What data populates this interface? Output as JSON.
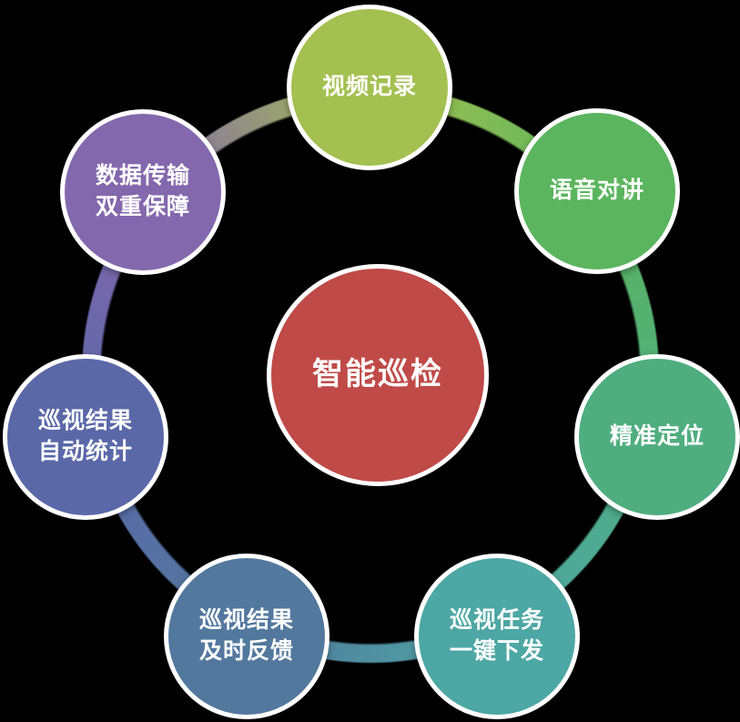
{
  "page": {
    "background": "#000000"
  },
  "center": {
    "label": "智能巡检",
    "color": "#bf4a47"
  },
  "nodes": [
    {
      "id": "video-recording",
      "lines": [
        "视频记录"
      ],
      "color": "#a4c050"
    },
    {
      "id": "voice-intercom",
      "lines": [
        "语音对讲"
      ],
      "color": "#5bb55e"
    },
    {
      "id": "precise-positioning",
      "lines": [
        "精准定位"
      ],
      "color": "#4fad80"
    },
    {
      "id": "task-dispatch",
      "lines": [
        "巡视任务",
        "一键下发"
      ],
      "color": "#4da7a4"
    },
    {
      "id": "result-feedback",
      "lines": [
        "巡视结果",
        "及时反馈"
      ],
      "color": "#53789e"
    },
    {
      "id": "result-statistics",
      "lines": [
        "巡视结果",
        "自动统计"
      ],
      "color": "#5a68a8"
    },
    {
      "id": "data-transmission",
      "lines": [
        "数据传输",
        "双重保障"
      ],
      "color": "#8368ad"
    }
  ],
  "ring": {
    "colors": [
      "#a4c050",
      "#5bb55e",
      "#4fad80",
      "#4da7a4",
      "#53789e",
      "#5a68a8",
      "#8368ad"
    ]
  }
}
